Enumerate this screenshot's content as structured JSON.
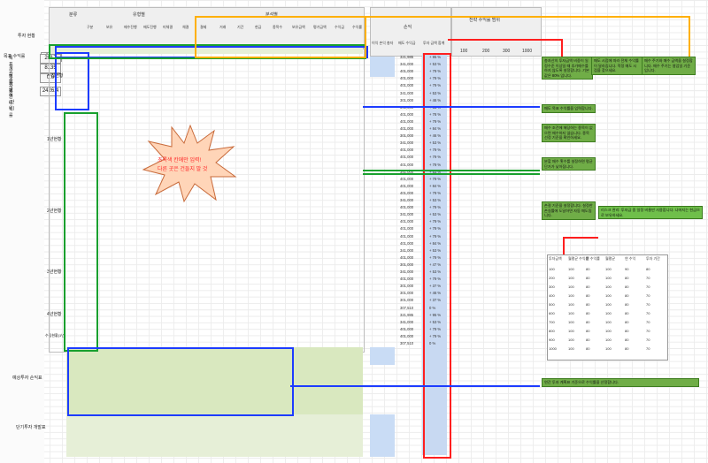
{
  "left_panel": {
    "label1": "투자 현황",
    "metrics": [
      {
        "label": "목표 수익률",
        "value": "2017"
      },
      {
        "label": "계좌 순자산",
        "value": "8135"
      },
      {
        "label": "투자 금액(만원)",
        "value": "0.0"
      },
      {
        "label": "평균 수익률",
        "value": "2426.4"
      }
    ],
    "section_labels": {
      "a": "수집현황",
      "b": "1년현황",
      "c": "2년현황",
      "d": "3년현황",
      "e": "4년현황",
      "f": "수집현황(1년)"
    },
    "bottom_label_1": "예상투자 손익표",
    "bottom_label_2": "단기투자 개발표"
  },
  "top": {
    "group_headers": [
      "분류",
      "유형별",
      "분석별"
    ],
    "col_headers": [
      "구분",
      "보유",
      "매수진행",
      "매도진행",
      "미체결",
      "체결",
      "결제",
      "거래",
      "기간",
      "현금",
      "종목수",
      "보유금액",
      "평가금액",
      "수익금",
      "수익률"
    ]
  },
  "middle": {
    "header": "손익",
    "sub_a": "이익 손익 총자",
    "sub_b": "매도 수익금",
    "sub_c": "투자 금액 합계"
  },
  "right": {
    "header": "전략 수익률 범위",
    "columns": [
      "100",
      "200",
      "300",
      "1000"
    ]
  },
  "center_callout": {
    "line1": "초록색 칸에만 입력!",
    "line2": "다른 곳은 건들지 말 것"
  },
  "notes": [
    "총자산의 투자금액 비중이 일정수준 이상일 때 추가매수를 하지 않도록 설정합니다. 기본값은 80% 입니다.",
    "매도 시점에 따라 전체 수익률이 달라집니다. 적정 매도 시점을 찾으세요.",
    "매수 주기와 매수 금액을 설정합니다. 매수 주기는 영업일 기준입니다.",
    "매도 목표 수익률을 입력합니다.",
    "매수 조건에 해당하는 종목이 없으면 매수하지 않습니다. 종목 선정 기준을 확인하세요.",
    "분할 매수 횟수를 설정하면 평균 단가가 낮아집니다.",
    "손절 기준을 설정합니다. 설정한 손실률에 도달하면 자동 매도됩니다.",
    "리스크 관리: 투자금 중 일정 비율만 사용합니다. 나머지는 현금으로 보유하세요.",
    "연간 투자 계획표 기준으로 수익률을 산정합니다."
  ],
  "table_left_percents": [
    "+ 95 %",
    "+ 53 %",
    "+ 79 %",
    "+ 79 %",
    "+ 79 %",
    "+ 53 %",
    "+ 46 %",
    "+ 53 %",
    "+ 78 %",
    "+ 79 %",
    "+ 84 %",
    "+ 46 %",
    "+ 53 %",
    "+ 79 %",
    "+ 79 %",
    "+ 79 %",
    "+ 53 %",
    "+ 79 %",
    "+ 84 %",
    "+ 79 %",
    "+ 53 %",
    "+ 79 %",
    "+ 53 %",
    "+ 79 %",
    "+ 79 %",
    "+ 79 %",
    "+ 84 %",
    "+ 53 %",
    "+ 79 %",
    "+ 47 %",
    "+ 53 %",
    "+ 79 %",
    "+ 37 %",
    "+ 46 %",
    "+ 37 %",
    "0 %",
    "+ 95 %",
    "+ 53 %",
    "+ 79 %",
    "+ 79 %",
    "0 %"
  ],
  "table_values_col1": [
    "321,985",
    "341,000",
    "401,000",
    "401,000",
    "401,000",
    "341,000",
    "301,000",
    "341,000",
    "401,000",
    "401,000",
    "401,000",
    "301,000",
    "341,000",
    "401,000",
    "401,000",
    "401,000",
    "341,000",
    "401,000",
    "401,000",
    "401,000",
    "341,000",
    "401,000",
    "341,000",
    "401,000",
    "401,000",
    "401,000",
    "401,000",
    "341,000",
    "401,000",
    "301,000",
    "341,000",
    "401,000",
    "301,000",
    "301,000",
    "301,000",
    "307,510",
    "321,985",
    "341,000",
    "401,000",
    "401,000",
    "307,510"
  ],
  "small_table_headers": [
    "투자금액",
    "월평균 수익률",
    "연 수익률",
    "월평균",
    "연 수익",
    "투자 기간"
  ],
  "small_table_rows": [
    [
      "100",
      "100",
      "80",
      "100",
      "90",
      "80"
    ],
    [
      "200",
      "100",
      "80",
      "100",
      "80",
      "70"
    ],
    [
      "300",
      "100",
      "80",
      "100",
      "80",
      "70"
    ],
    [
      "400",
      "100",
      "80",
      "100",
      "80",
      "70"
    ],
    [
      "500",
      "100",
      "80",
      "100",
      "80",
      "70"
    ],
    [
      "600",
      "100",
      "80",
      "100",
      "80",
      "70"
    ],
    [
      "700",
      "100",
      "80",
      "100",
      "80",
      "70"
    ],
    [
      "800",
      "100",
      "80",
      "100",
      "80",
      "70"
    ],
    [
      "900",
      "100",
      "80",
      "100",
      "80",
      "70"
    ],
    [
      "1000",
      "100",
      "80",
      "100",
      "80",
      "70"
    ]
  ],
  "colors": {
    "blue": "#1d3cff",
    "green": "#18a02e",
    "red": "#ff1f1f",
    "orange": "#ffb000",
    "note_green": "#70ad47",
    "star_fill": "#ffd5b8",
    "star_text": "#ff2a2a"
  }
}
